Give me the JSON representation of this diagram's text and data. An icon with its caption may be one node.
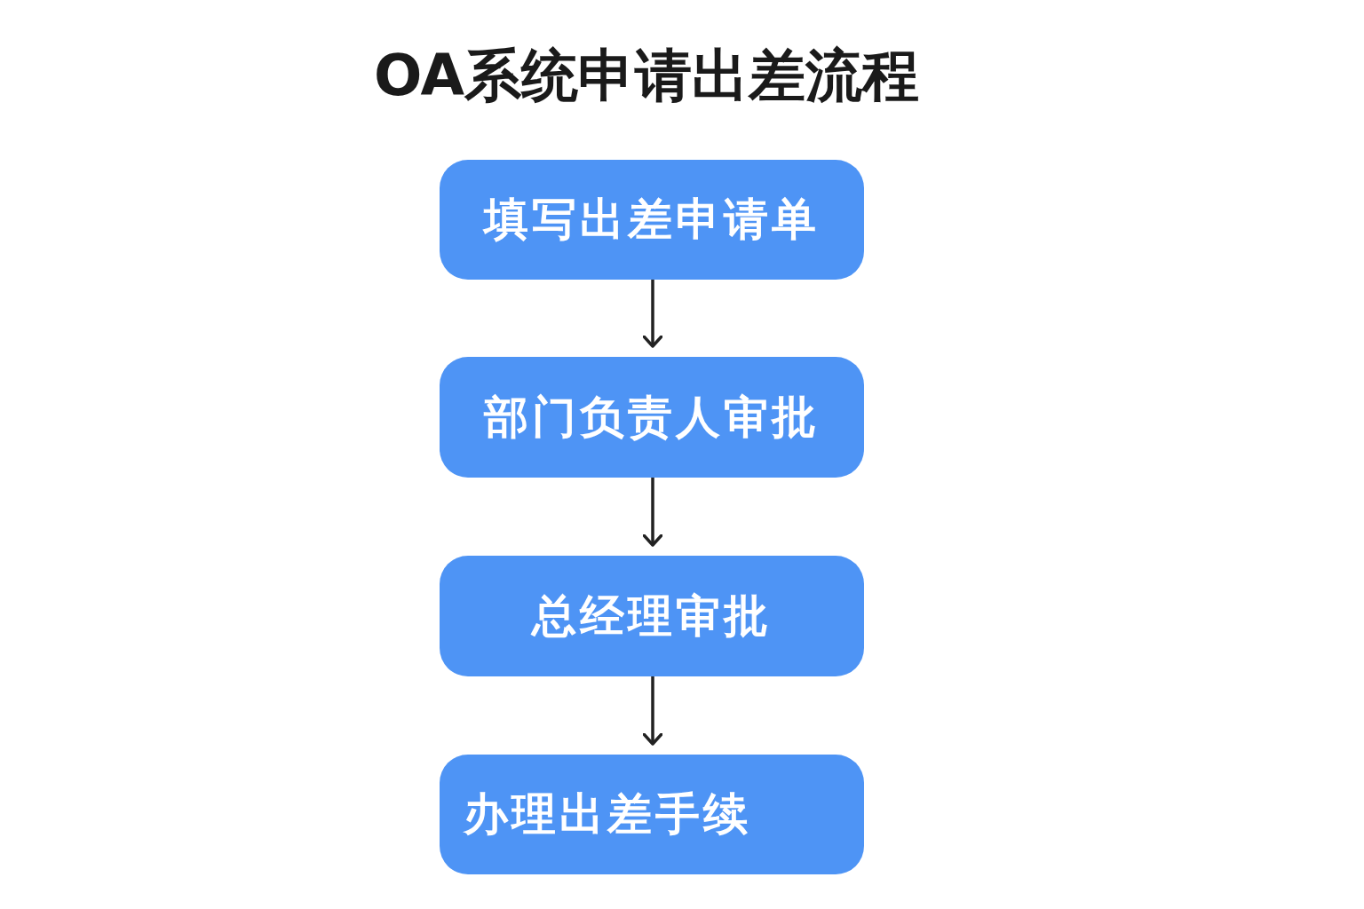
{
  "diagram": {
    "title": "OA系统申请出差流程",
    "nodes": [
      {
        "text": [
          "填写出差申请单"
        ]
      },
      {
        "text": [
          "部门负责人审批"
        ]
      },
      {
        "text": [
          "总经理审批"
        ]
      },
      {
        "text": [
          "办理出差手续"
        ]
      }
    ],
    "edges": [
      {
        "from": 0,
        "to": 1,
        "arrow": "to"
      },
      {
        "from": 1,
        "to": 2,
        "arrow": "to"
      },
      {
        "from": 2,
        "to": 3,
        "arrow": "to"
      }
    ]
  }
}
